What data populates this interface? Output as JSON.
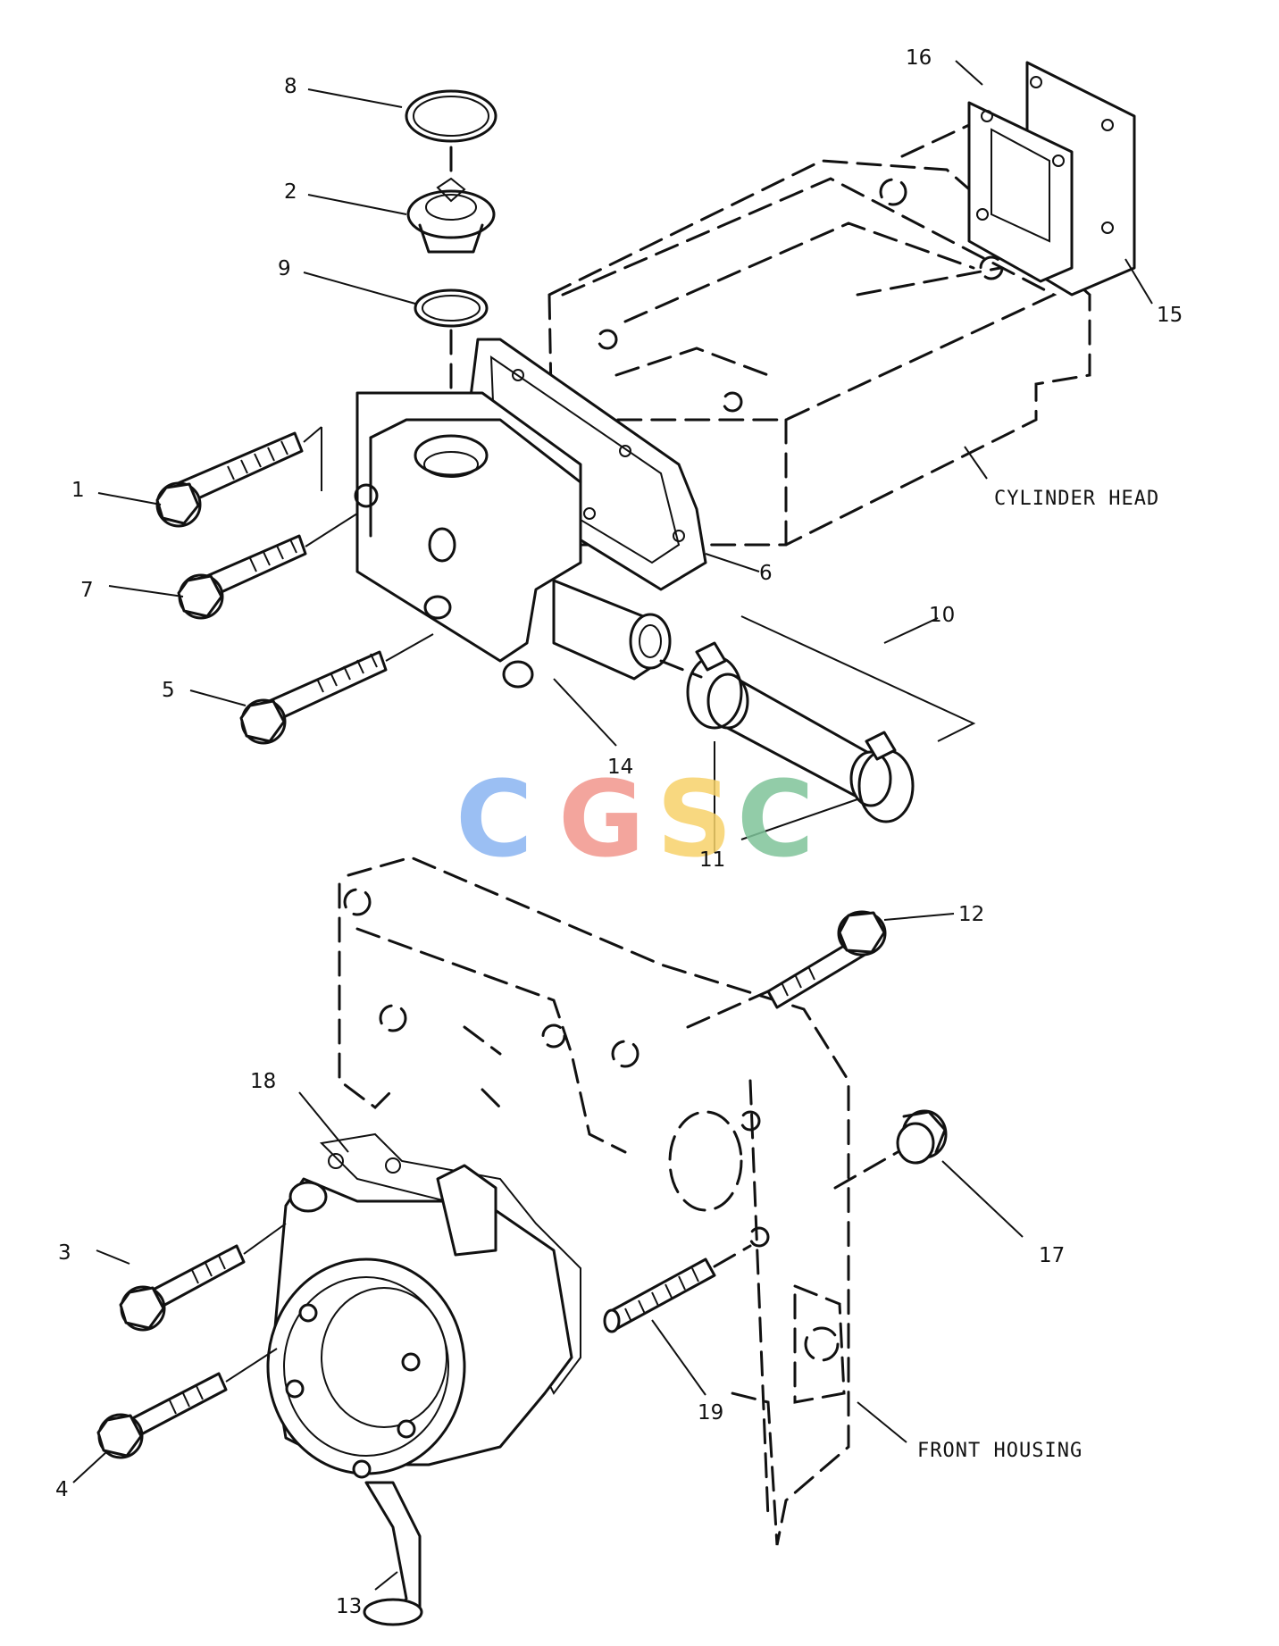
{
  "callouts": {
    "c1": "1",
    "c2": "2",
    "c3": "3",
    "c4": "4",
    "c5": "5",
    "c6": "6",
    "c7": "7",
    "c8": "8",
    "c9": "9",
    "c10": "10",
    "c11": "11",
    "c12": "12",
    "c13": "13",
    "c14": "14",
    "c15": "15",
    "c16": "16",
    "c17": "17",
    "c18": "18",
    "c19": "19"
  },
  "labels": {
    "cylinder_head": "CYLINDER HEAD",
    "front_housing": "FRONT HOUSING"
  },
  "watermark": {
    "letters": [
      "C",
      "G",
      "S",
      "C"
    ],
    "colors": [
      "#8ab4f2",
      "#f2968c",
      "#f7d26a",
      "#7fc49a"
    ]
  }
}
